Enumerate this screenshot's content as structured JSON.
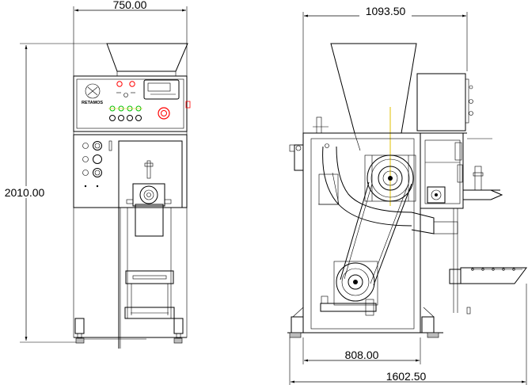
{
  "dimensions": {
    "front_width": "750.00",
    "front_height": "2010.00",
    "side_width": "1093.50",
    "base_width": "808.00",
    "total_width": "1602.50"
  },
  "logo_text": "RETAMOS",
  "colors": {
    "line": "#000000",
    "indicator_red": "#ff0000",
    "indicator_green": "#00c000",
    "centerline": "#e0c000",
    "background": "#ffffff"
  }
}
